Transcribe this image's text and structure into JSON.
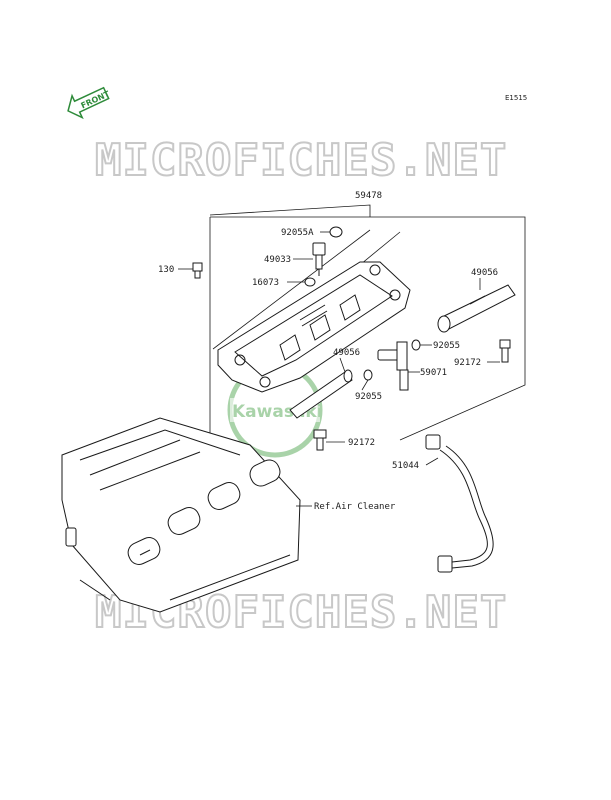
{
  "diagram": {
    "code": "E1515",
    "front_label": "FRONT",
    "watermark_text": "MICROFICHES.NET",
    "center_logo_text": "Kawasaki",
    "ref_label": "Ref.Air Cleaner",
    "parts": [
      {
        "id": "p59478",
        "label": "59478"
      },
      {
        "id": "p92055a",
        "label": "92055A"
      },
      {
        "id": "p49033",
        "label": "49033"
      },
      {
        "id": "p130",
        "label": "130"
      },
      {
        "id": "p16073",
        "label": "16073"
      },
      {
        "id": "p49056r",
        "label": "49056"
      },
      {
        "id": "p49056c",
        "label": "49056"
      },
      {
        "id": "p92055c",
        "label": "92055"
      },
      {
        "id": "p92055r",
        "label": "92055"
      },
      {
        "id": "p92172r",
        "label": "92172"
      },
      {
        "id": "p59071",
        "label": "59071"
      },
      {
        "id": "p92172b",
        "label": "92172"
      },
      {
        "id": "p51044",
        "label": "51044"
      }
    ]
  },
  "colors": {
    "accent_green": "#2e8b3a",
    "watermark_gray": "#c8c8c8",
    "logo_green": "#a9d3a9",
    "line": "#1a1a1a"
  }
}
